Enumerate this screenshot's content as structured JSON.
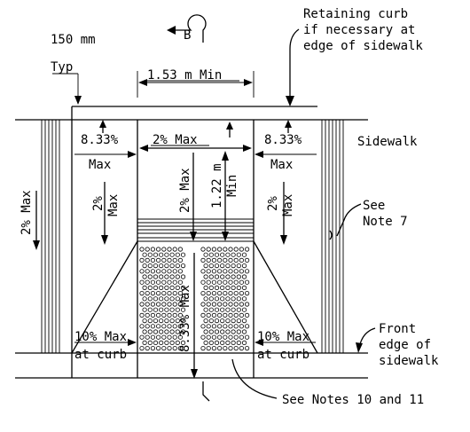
{
  "labels": {
    "section_marker": "B",
    "retaining_curb_1": "Retaining curb",
    "retaining_curb_2": "if necessary at",
    "retaining_curb_3": "edge of sidewalk",
    "typ_1": "150 mm",
    "typ_2": "Typ",
    "min_width": "1.53 m Min",
    "sidewalk": "Sidewalk",
    "flare_left_1": "8.33%",
    "flare_left_2": "Max",
    "cross_slope_top": "2% Max",
    "flare_right_1": "8.33%",
    "flare_right_2": "Max",
    "side_slope_left": "2% Max",
    "left_flare_slope_1": "2%",
    "left_flare_slope_2": "Max",
    "center_slope": "2% Max",
    "landing_1": "1.22 m",
    "landing_2": "Min",
    "right_flare_slope_1": "2%",
    "right_flare_slope_2": "Max",
    "see_note7_1": "See",
    "see_note7_2": "Note 7",
    "curb_left_1": "10% Max",
    "curb_left_2": "at curb",
    "ramp_slope": "8.33% Max",
    "curb_right_1": "10% Max",
    "curb_right_2": "at curb",
    "front_edge_1": "Front",
    "front_edge_2": "edge of",
    "front_edge_3": "sidewalk",
    "see_notes": "See Notes 10 and 11"
  }
}
